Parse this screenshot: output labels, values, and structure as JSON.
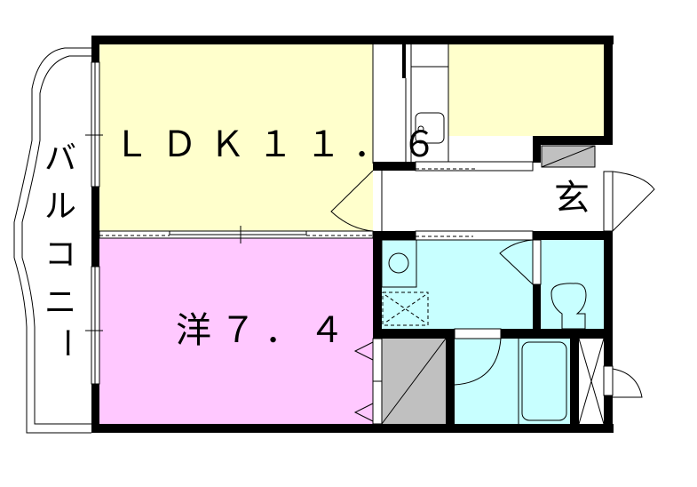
{
  "plan": {
    "type": "apartment floor plan",
    "layout": "1LDK",
    "rooms": [
      {
        "id": "ldk",
        "label": "LDK11.6",
        "display": "ＬＤＫ１１．６",
        "type": "living-dining-kitchen",
        "size_jo": 11.6,
        "color": "#FFFFCC"
      },
      {
        "id": "western",
        "label": "洋7.4",
        "display": "洋７．４",
        "type": "western-style room",
        "size_jo": 7.4,
        "color": "#FFC8FF"
      },
      {
        "id": "entrance",
        "label": "玄",
        "display": "玄",
        "type": "entrance (genkan)"
      },
      {
        "id": "balcony",
        "label": "バルコニー",
        "chars": [
          "バ",
          "ル",
          "コ",
          "ニ",
          "ー"
        ],
        "type": "balcony"
      },
      {
        "id": "washroom",
        "type": "washroom with washer pan",
        "color": "#C8FFFF"
      },
      {
        "id": "toilet",
        "type": "toilet",
        "color": "#C8FFFF"
      },
      {
        "id": "bathroom",
        "type": "bathroom with tub",
        "color": "#C8FFFF"
      },
      {
        "id": "closet",
        "type": "closet / storage",
        "color": "#C0C0C0"
      },
      {
        "id": "shoe-box",
        "type": "shoe storage",
        "color": "#C0C0C0"
      },
      {
        "id": "kitchen",
        "type": "kitchen counter with sink"
      }
    ],
    "colors": {
      "wall": "#000000",
      "ldk": "#FFFFCC",
      "western": "#FFC8FF",
      "wet": "#C8FFFF",
      "storage": "#C0C0C0",
      "corridor": "#FFFFFF"
    }
  }
}
